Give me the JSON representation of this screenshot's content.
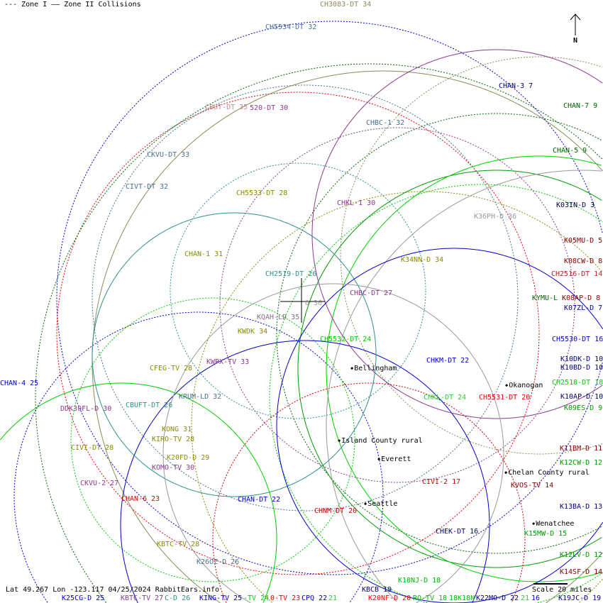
{
  "legend": {
    "zone1": "--- Zone I",
    "zone2": "—— Zone II Collisions"
  },
  "north_label": "N",
  "status": "Lat 49.267 Lon -123.117 04/25/2024 RabbitEars.info",
  "scale": "Scale 20 miles",
  "cities": [
    "Bellingham",
    "Okanogan",
    "Island County rural",
    "Everett",
    "Chelan County rural",
    "Seattle",
    "Wenatchee"
  ],
  "stations": [
    {
      "text": "CH3083-DT 34",
      "color": "#8b8b5a"
    },
    {
      "text": "CH5534-DT 32",
      "color": "#4a708b"
    },
    {
      "text": "CHAN-3 7",
      "color": "#000080"
    },
    {
      "text": "CHAN-7 9",
      "color": "#006400"
    },
    {
      "text": "CBUT-DT 35",
      "color": "#bc8f8f"
    },
    {
      "text": "520-DT 30",
      "color": "#8b3a8b"
    },
    {
      "text": "CHBC-1 32",
      "color": "#4a708b"
    },
    {
      "text": "CHAN-5 9",
      "color": "#006400"
    },
    {
      "text": "CKVU-DT 33",
      "color": "#4a708b"
    },
    {
      "text": "CIVT-DT 32",
      "color": "#4a708b"
    },
    {
      "text": "CH5533-DT 28",
      "color": "#8b8b00"
    },
    {
      "text": "CHKL-1 30",
      "color": "#8b3a8b"
    },
    {
      "text": "K03IN-D 3",
      "color": "#000040"
    },
    {
      "text": "K36PH-D 36",
      "color": "#999999"
    },
    {
      "text": "K05MU-D 5",
      "color": "#800000"
    },
    {
      "text": "CHAN-1 31",
      "color": "#8b8b00"
    },
    {
      "text": "K34NN-D 34",
      "color": "#8b8b00"
    },
    {
      "text": "K08CW-D 8",
      "color": "#800000"
    },
    {
      "text": "CH2516-DT 14",
      "color": "#b22222"
    },
    {
      "text": "KYMU-L",
      "color": "#006400"
    },
    {
      "text": "K08AP-D 8",
      "color": "#800000"
    },
    {
      "text": "K07ZL-D 7",
      "color": "#000080"
    },
    {
      "text": "CH2519-DT 26",
      "color": "#2f8f8f"
    },
    {
      "text": "CHBC-DT 27",
      "color": "#8b3a8b"
    },
    {
      "text": "O 36",
      "color": "#999999"
    },
    {
      "text": "KQAH-LD 35",
      "color": "#8b6b8b"
    },
    {
      "text": "KWDK 34",
      "color": "#8b8b00"
    },
    {
      "text": "CH5532-DT 24",
      "color": "#00cc00"
    },
    {
      "text": "CH5530-DT 16",
      "color": "#0000cc"
    },
    {
      "text": "K10DK-D 10",
      "color": "#000080"
    },
    {
      "text": "K10BD-D 10",
      "color": "#000080"
    },
    {
      "text": "KWPX-TV 33",
      "color": "#8b3a8b"
    },
    {
      "text": "CFEG-TV 28",
      "color": "#8b8b00"
    },
    {
      "text": "CHKM-DT 22",
      "color": "#0000cc"
    },
    {
      "text": "CH2518-DT 18",
      "color": "#00cc00"
    },
    {
      "text": "CHAN-4 25",
      "color": "#0000cc"
    },
    {
      "text": "KRUM-LD 32",
      "color": "#4a708b"
    },
    {
      "text": "CHKL-DT 24",
      "color": "#33cc33"
    },
    {
      "text": "CH5531-DT 20",
      "color": "#ee0000"
    },
    {
      "text": "K10AP-D 10",
      "color": "#000080"
    },
    {
      "text": "CBUFT-DT 26",
      "color": "#2f8f8f"
    },
    {
      "text": "DDK30FL-D 30",
      "color": "#8b3a8b"
    },
    {
      "text": "K09ES-D 9",
      "color": "#009900"
    },
    {
      "text": "KONG 31",
      "color": "#8b8b00"
    },
    {
      "text": "KIRO-TV 28",
      "color": "#8b8b00"
    },
    {
      "text": "CIVI-DT 28",
      "color": "#8b8b00"
    },
    {
      "text": "K11BM-D 11",
      "color": "#800000"
    },
    {
      "text": "K20FD-D 29",
      "color": "#8b8b00"
    },
    {
      "text": "K12CW-D 12",
      "color": "#009900"
    },
    {
      "text": "KOMO-TV 30",
      "color": "#8b3a8b"
    },
    {
      "text": "CIVI-2 17",
      "color": "#cc0000"
    },
    {
      "text": "CKVU-2 27",
      "color": "#8b3a8b"
    },
    {
      "text": "KVOS-TV 14",
      "color": "#800000"
    },
    {
      "text": "CHAN-6 23",
      "color": "#ee0000"
    },
    {
      "text": "CHAN-DT 22",
      "color": "#0000cc"
    },
    {
      "text": "CHNM-DT 20",
      "color": "#cc0000"
    },
    {
      "text": "K13BA-D 13",
      "color": "#000080"
    },
    {
      "text": "CHEK-DT 16",
      "color": "#000080"
    },
    {
      "text": "K15MW-D 15",
      "color": "#009900"
    },
    {
      "text": "KBTC-TV 28",
      "color": "#8b8b00"
    },
    {
      "text": "K12LV-D 12",
      "color": "#009900"
    },
    {
      "text": "K26OZ-D 26",
      "color": "#4a708b"
    },
    {
      "text": "K14SF-D 14",
      "color": "#800000"
    },
    {
      "text": "K18NJ-D 18",
      "color": "#00bb00"
    },
    {
      "text": "KBCB 19",
      "color": "#000080"
    },
    {
      "text": "K25CG-D 25",
      "color": "#0000cc"
    },
    {
      "text": "KBTC-TV 27",
      "color": "#8b3a8b"
    },
    {
      "text": "C-D 26",
      "color": "#2f8f8f"
    },
    {
      "text": "KING-TV 25",
      "color": "#0000cc"
    },
    {
      "text": "-TV 24",
      "color": "#00cc00"
    },
    {
      "text": "0-TV 23",
      "color": "#ee0000"
    },
    {
      "text": "CPQ 22",
      "color": "#0000cc"
    },
    {
      "text": "21",
      "color": "#33cc33"
    },
    {
      "text": "K20NF-D 20",
      "color": "#ee0000"
    },
    {
      "text": "RO-TV 18",
      "color": "#00bb00"
    },
    {
      "text": "18K18N",
      "color": "#00bb00"
    },
    {
      "text": "K22MO-D 22",
      "color": "#000080"
    },
    {
      "text": "21",
      "color": "#33cc33"
    },
    {
      "text": "16",
      "color": "#0000cc"
    },
    {
      "text": "K19JC-D 19",
      "color": "#000080"
    }
  ]
}
